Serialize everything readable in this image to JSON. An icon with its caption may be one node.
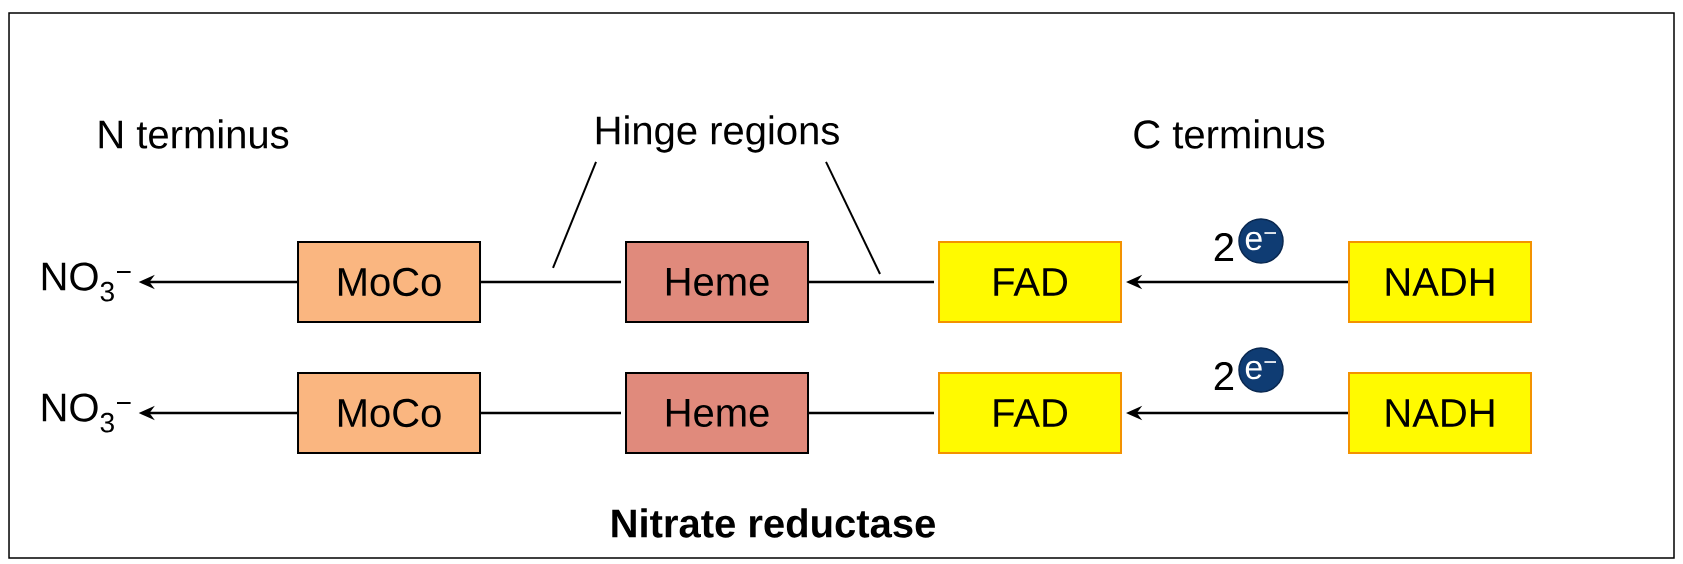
{
  "diagram": {
    "caption": "Nitrate reductase",
    "nodes": [
      {
        "text": [
          "NO$_{3}$$^{−}$"
        ]
      },
      {
        "text": [
          "MoCo"
        ]
      },
      {
        "text": [
          "Heme"
        ]
      },
      {
        "text": [
          "FAD"
        ]
      },
      {
        "text": [
          "NADH"
        ]
      },
      {
        "text": [
          "NO$_{3}$$^{−}$"
        ]
      },
      {
        "text": [
          "MoCo"
        ]
      },
      {
        "text": [
          "Heme"
        ]
      },
      {
        "text": [
          "FAD"
        ]
      },
      {
        "text": [
          "NADH"
        ]
      },
      {
        "text": [
          "Hinge regions"
        ]
      },
      {
        "text": [
          "e$^{−}$"
        ],
        "beside": [
          "2"
        ]
      },
      {
        "text": [
          "e$^{−}$"
        ],
        "beside": [
          "2"
        ]
      }
    ],
    "edges": [
      {
        "from": 1,
        "to": 0,
        "arrow": "to"
      },
      {
        "from": 1,
        "to": 2,
        "arrow": "none"
      },
      {
        "from": 2,
        "to": 3,
        "arrow": "none"
      },
      {
        "from": 4,
        "to": 3,
        "arrow": "to"
      },
      {
        "from": 6,
        "to": 5,
        "arrow": "to"
      },
      {
        "from": 6,
        "to": 7,
        "arrow": "none"
      },
      {
        "from": 7,
        "to": 8,
        "arrow": "none"
      },
      {
        "from": 9,
        "to": 8,
        "arrow": "to"
      },
      {
        "from": 10,
        "to": null,
        "arrow": "none"
      },
      {
        "from": 10,
        "to": null,
        "arrow": "none"
      }
    ],
    "labels": [
      "N terminus",
      "C terminus"
    ]
  }
}
